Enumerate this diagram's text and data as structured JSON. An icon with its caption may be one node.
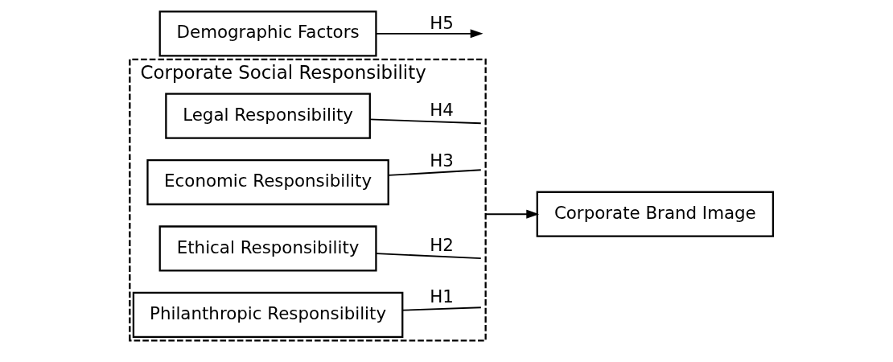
{
  "diagram": {
    "nodes": [
      {
        "text": [
          "Corporate Social Responsibility"
        ]
      },
      {
        "text": [
          "Philanthropic Responsibility"
        ],
        "in": 0
      },
      {
        "text": [
          "Ethical Responsibility"
        ],
        "in": 0
      },
      {
        "text": [
          "Economic Responsibility"
        ],
        "in": 0
      },
      {
        "text": [
          "Legal Responsibility"
        ],
        "in": 0
      },
      {
        "text": [
          "Corporate Brand Image"
        ]
      },
      {
        "text": [
          "Demographic Factors"
        ]
      }
    ],
    "edges": [
      {
        "from": 1,
        "to": 0,
        "arrow": "none",
        "label": "H1"
      },
      {
        "from": 2,
        "to": 0,
        "arrow": "none",
        "label": "H2"
      },
      {
        "from": 3,
        "to": 0,
        "arrow": "none",
        "label": "H3"
      },
      {
        "from": 4,
        "to": 0,
        "arrow": "none",
        "label": "H4"
      },
      {
        "from": 0,
        "to": 5,
        "arrow": "to"
      },
      {
        "from": 6,
        "to": null,
        "arrow": "to",
        "label": "H5"
      }
    ]
  }
}
